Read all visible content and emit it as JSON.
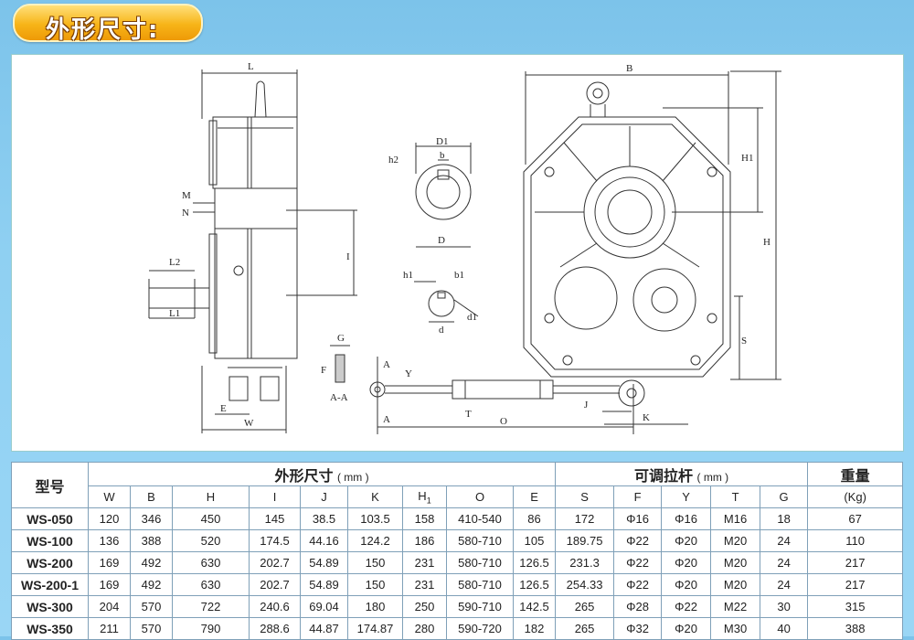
{
  "header": {
    "title": "外形尺寸:"
  },
  "drawing": {
    "labels": {
      "L": "L",
      "M": "M",
      "N": "N",
      "I": "I",
      "L2": "L2",
      "L1": "L1",
      "E": "E",
      "W": "W",
      "G": "G",
      "F": "F",
      "AA": "A-A",
      "D1": "D1",
      "h2": "h2",
      "b": "b",
      "D": "D",
      "h1": "h1",
      "b1": "b1",
      "d1": "d1",
      "d": "d",
      "A_top": "A",
      "Y": "Y",
      "A_bottom": "A",
      "T": "T",
      "O": "O",
      "B": "B",
      "H1": "H1",
      "H": "H",
      "S": "S",
      "J": "J",
      "K": "K"
    }
  },
  "table": {
    "group_headers": {
      "model": "型号",
      "dims": "外形尺寸",
      "dims_unit": "( mm )",
      "rod": "可调拉杆",
      "rod_unit": "( mm )",
      "weight": "重量"
    },
    "columns": [
      "W",
      "B",
      "H",
      "I",
      "J",
      "K",
      "H1",
      "O",
      "E",
      "S",
      "F",
      "Y",
      "T",
      "G",
      "(Kg)"
    ],
    "rows": [
      [
        "WS-050",
        "120",
        "346",
        "450",
        "145",
        "38.5",
        "103.5",
        "158",
        "410-540",
        "86",
        "172",
        "Φ16",
        "Φ16",
        "M16",
        "18",
        "67"
      ],
      [
        "WS-100",
        "136",
        "388",
        "520",
        "174.5",
        "44.16",
        "124.2",
        "186",
        "580-710",
        "105",
        "189.75",
        "Φ22",
        "Φ20",
        "M20",
        "24",
        "110"
      ],
      [
        "WS-200",
        "169",
        "492",
        "630",
        "202.7",
        "54.89",
        "150",
        "231",
        "580-710",
        "126.5",
        "231.3",
        "Φ22",
        "Φ20",
        "M20",
        "24",
        "217"
      ],
      [
        "WS-200-1",
        "169",
        "492",
        "630",
        "202.7",
        "54.89",
        "150",
        "231",
        "580-710",
        "126.5",
        "254.33",
        "Φ22",
        "Φ20",
        "M20",
        "24",
        "217"
      ],
      [
        "WS-300",
        "204",
        "570",
        "722",
        "240.6",
        "69.04",
        "180",
        "250",
        "590-710",
        "142.5",
        "265",
        "Φ28",
        "Φ22",
        "M22",
        "30",
        "315"
      ],
      [
        "WS-350",
        "211",
        "570",
        "790",
        "288.6",
        "44.87",
        "174.87",
        "280",
        "590-720",
        "182",
        "265",
        "Φ32",
        "Φ20",
        "M30",
        "40",
        "388"
      ]
    ]
  }
}
